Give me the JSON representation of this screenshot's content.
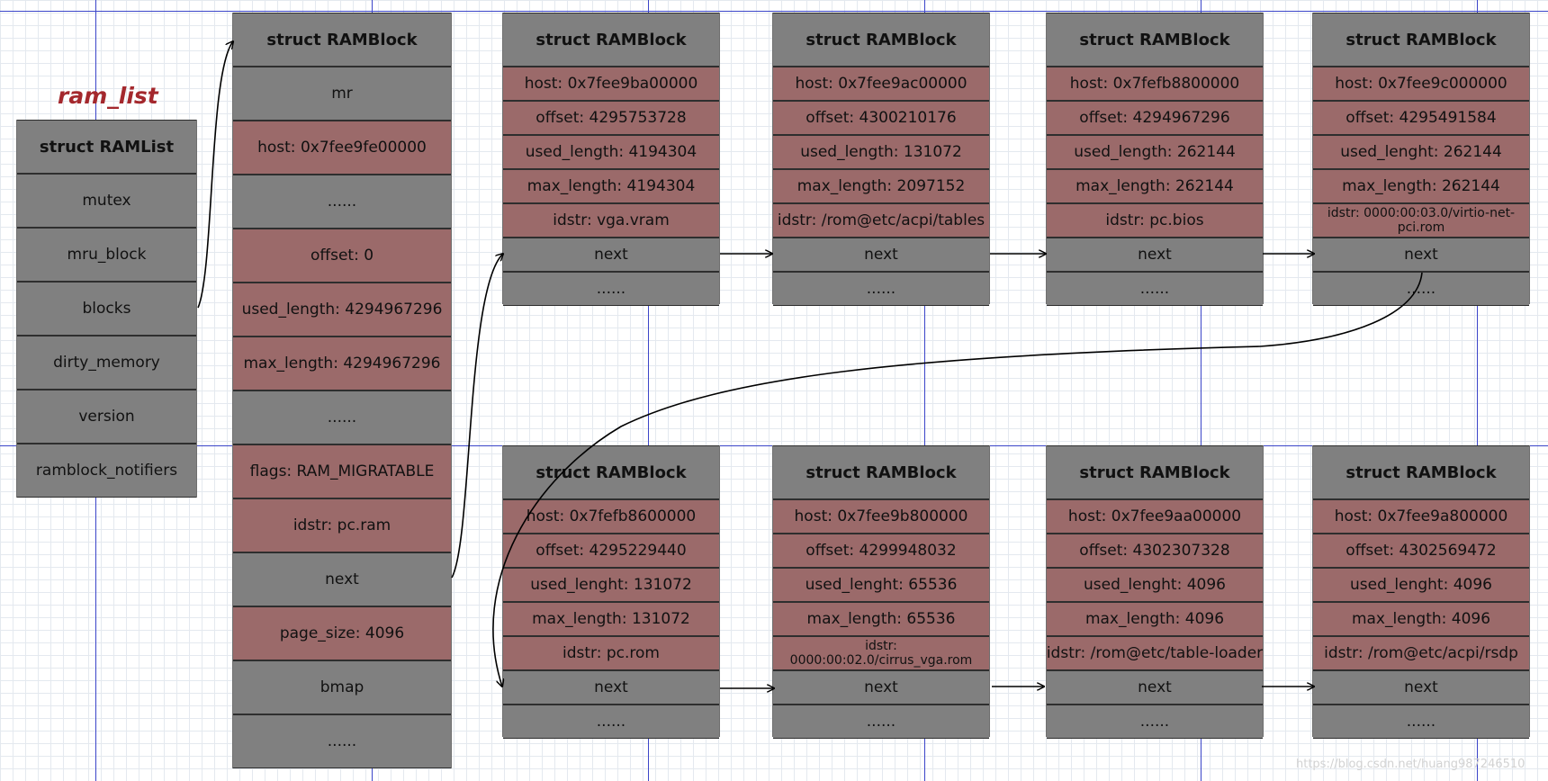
{
  "title": "ram_list",
  "watermark": "https://blog.csdn.net/huang987246510",
  "ramlist": {
    "header": "struct RAMList",
    "fields": [
      "mutex",
      "mru_block",
      "blocks",
      "dirty_memory",
      "version",
      "ramblock_notifiers"
    ]
  },
  "main_block": {
    "header": "struct RAMBlock",
    "fields": [
      {
        "text": "mr",
        "color": "g"
      },
      {
        "text": "host: 0x7fee9fe00000",
        "color": "r"
      },
      {
        "text": "......",
        "color": "g"
      },
      {
        "text": "offset: 0",
        "color": "r"
      },
      {
        "text": "used_length: 4294967296",
        "color": "r"
      },
      {
        "text": "max_length: 4294967296",
        "color": "r"
      },
      {
        "text": "......",
        "color": "g"
      },
      {
        "text": "flags: RAM_MIGRATABLE",
        "color": "r"
      },
      {
        "text": "idstr: pc.ram",
        "color": "r"
      },
      {
        "text": "next",
        "color": "g"
      },
      {
        "text": "page_size: 4096",
        "color": "r"
      },
      {
        "text": "bmap",
        "color": "g"
      },
      {
        "text": "......",
        "color": "g"
      }
    ]
  },
  "blocks": [
    {
      "header": "struct RAMBlock",
      "host": "host: 0x7fee9ba00000",
      "offset": "offset: 4295753728",
      "used": "used_length: 4194304",
      "max": "max_length: 4194304",
      "idstr": "idstr: vga.vram",
      "next": "next",
      "etc": "......"
    },
    {
      "header": "struct RAMBlock",
      "host": "host: 0x7fee9ac00000",
      "offset": "offset: 4300210176",
      "used": "used_length: 131072",
      "max": "max_length: 2097152",
      "idstr": "idstr: /rom@etc/acpi/tables",
      "next": "next",
      "etc": "......"
    },
    {
      "header": "struct RAMBlock",
      "host": "host: 0x7fefb8800000",
      "offset": "offset: 4294967296",
      "used": "used_length: 262144",
      "max": "max_length: 262144",
      "idstr": "idstr: pc.bios",
      "next": "next",
      "etc": "......"
    },
    {
      "header": "struct RAMBlock",
      "host": "host: 0x7fee9c000000",
      "offset": "offset: 4295491584",
      "used": "used_lenght: 262144",
      "max": "max_length: 262144",
      "idstr": "idstr: 0000:00:03.0/virtio-net-pci.rom",
      "next": "next",
      "etc": "......"
    },
    {
      "header": "struct RAMBlock",
      "host": "host: 0x7fefb8600000",
      "offset": "offset: 4295229440",
      "used": "used_lenght: 131072",
      "max": "max_length: 131072",
      "idstr": "idstr: pc.rom",
      "next": "next",
      "etc": "......"
    },
    {
      "header": "struct RAMBlock",
      "host": "host: 0x7fee9b800000",
      "offset": "offset: 4299948032",
      "used": "used_lenght: 65536",
      "max": "max_length: 65536",
      "idstr": "idstr: 0000:00:02.0/cirrus_vga.rom",
      "next": "next",
      "etc": "......"
    },
    {
      "header": "struct RAMBlock",
      "host": "host: 0x7fee9aa00000",
      "offset": "offset: 4302307328",
      "used": "used_lenght: 4096",
      "max": "max_length: 4096",
      "idstr": "idstr: /rom@etc/table-loader",
      "next": "next",
      "etc": "......"
    },
    {
      "header": "struct RAMBlock",
      "host": "host: 0x7fee9a800000",
      "offset": "offset: 4302569472",
      "used": "used_lenght: 4096",
      "max": "max_length: 4096",
      "idstr": "idstr: /rom@etc/acpi/rsdp",
      "next": "next",
      "etc": "......"
    }
  ]
}
